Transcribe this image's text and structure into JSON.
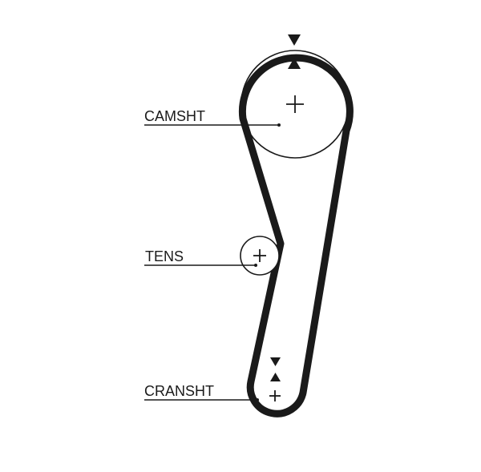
{
  "labels": {
    "camshaft": "CAMSHT",
    "tensioner": "TENS",
    "crankshaft": "CRANSHT"
  },
  "colors": {
    "belt": "#1a1a1a",
    "pulley_outline": "#1a1a1a",
    "background": "#ffffff"
  },
  "icons": {
    "timing_mark": "triangle-pointer-icon",
    "pulley_center": "plus-icon"
  }
}
